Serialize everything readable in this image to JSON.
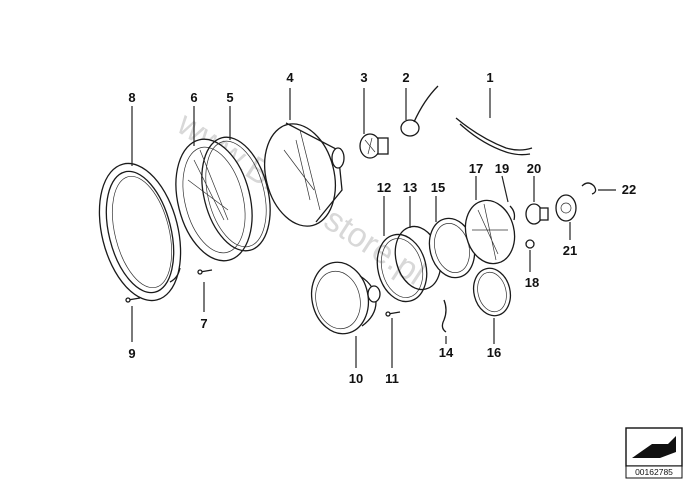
{
  "diagram": {
    "watermark_text": "www.BMW-store.pl",
    "document_number": "00162785",
    "callouts": [
      {
        "id": "c1",
        "label": "1"
      },
      {
        "id": "c2",
        "label": "2"
      },
      {
        "id": "c3",
        "label": "3"
      },
      {
        "id": "c4",
        "label": "4"
      },
      {
        "id": "c5",
        "label": "5"
      },
      {
        "id": "c6",
        "label": "6"
      },
      {
        "id": "c7",
        "label": "7"
      },
      {
        "id": "c8",
        "label": "8"
      },
      {
        "id": "c9",
        "label": "9"
      },
      {
        "id": "c10",
        "label": "10"
      },
      {
        "id": "c11",
        "label": "11"
      },
      {
        "id": "c12",
        "label": "12"
      },
      {
        "id": "c13",
        "label": "13"
      },
      {
        "id": "c14",
        "label": "14"
      },
      {
        "id": "c15",
        "label": "15"
      },
      {
        "id": "c16",
        "label": "16"
      },
      {
        "id": "c17",
        "label": "17"
      },
      {
        "id": "c18",
        "label": "18"
      },
      {
        "id": "c19",
        "label": "19"
      },
      {
        "id": "c20",
        "label": "20"
      },
      {
        "id": "c21",
        "label": "21"
      },
      {
        "id": "c22",
        "label": "22"
      }
    ]
  }
}
